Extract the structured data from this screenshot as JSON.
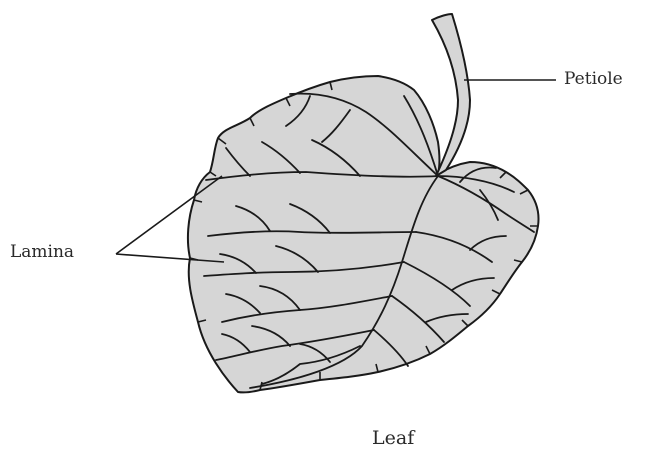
{
  "diagram": {
    "labels": {
      "petiole": "Petiole",
      "lamina": "Lamina"
    },
    "caption": "Leaf",
    "colors": {
      "leaf_fill": "#d6d6d6",
      "outline": "#1a1a1a",
      "background": "#ffffff"
    }
  }
}
